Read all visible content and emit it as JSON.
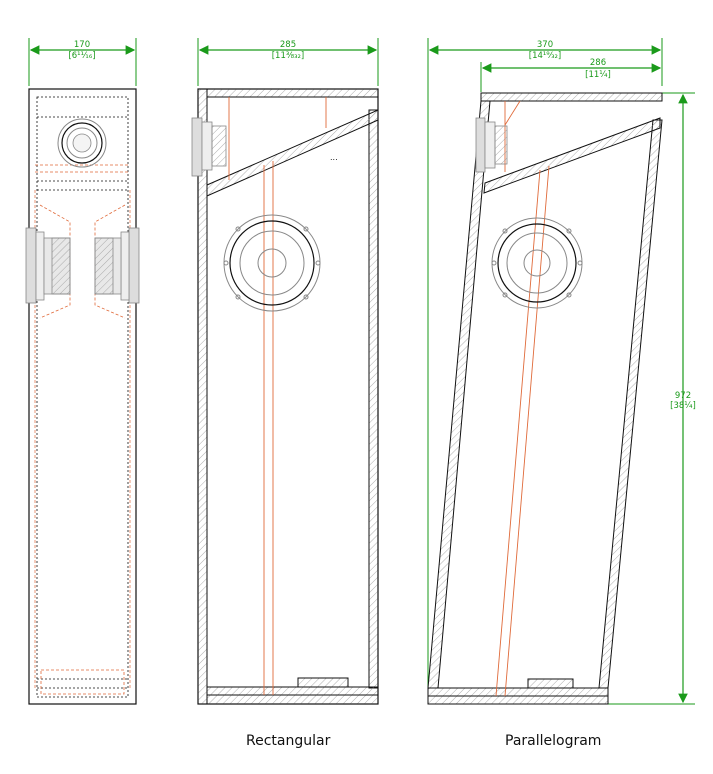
{
  "dimensions": {
    "front_width": {
      "mm": "170",
      "inch": "[6¹¹⁄₁₆]"
    },
    "rect_depth": {
      "mm": "285",
      "inch": "[11⅜₃₂]"
    },
    "para_total": {
      "mm": "370",
      "inch": "[14¹⁹⁄₃₂]"
    },
    "para_depth": {
      "mm": "286",
      "inch": "[11¼]"
    },
    "height": {
      "mm": "972",
      "inch": "[38¼]"
    }
  },
  "captions": {
    "rectangular": "Rectangular",
    "parallelogram": "Parallelogram"
  },
  "colors": {
    "dimension": "#1a9a1a",
    "line": "#111111",
    "internal": "#e06a3a",
    "driver": "#888888"
  }
}
